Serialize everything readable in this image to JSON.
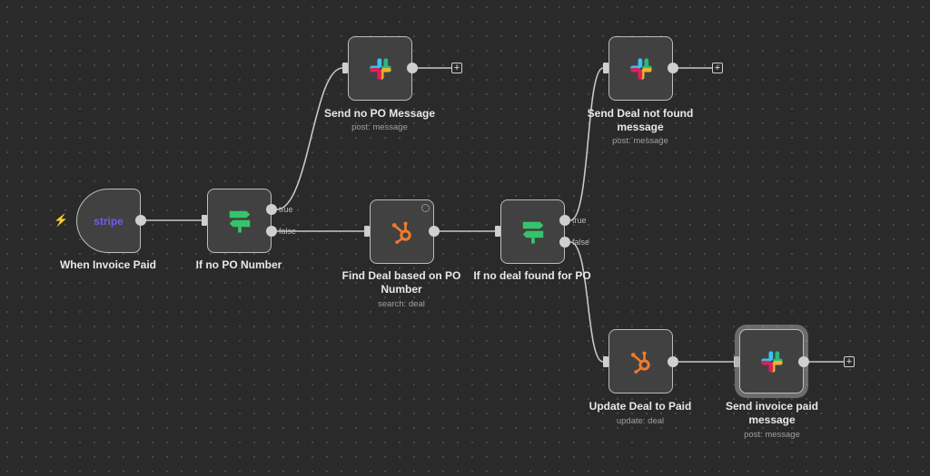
{
  "nodes": {
    "trigger": {
      "label": "When Invoice Paid",
      "icon": "stripe-icon",
      "icon_text": "stripe"
    },
    "if_po": {
      "label": "If no PO Number",
      "true_label": "true",
      "false_label": "false"
    },
    "slack_no_po": {
      "label": "Send no PO Message",
      "subtitle": "post: message"
    },
    "find_deal": {
      "label": "Find Deal based on PO Number",
      "subtitle": "search: deal"
    },
    "if_deal": {
      "label": "If no deal found for PO",
      "true_label": "true",
      "false_label": "false"
    },
    "slack_not_found": {
      "label": "Send Deal not found message",
      "subtitle": "post: message"
    },
    "update_deal": {
      "label": "Update Deal to Paid",
      "subtitle": "update: deal"
    },
    "slack_paid": {
      "label": "Send invoice paid message",
      "subtitle": "post: message"
    }
  },
  "plus_symbol": "+",
  "colors": {
    "canvas": "#2a2a2a",
    "node": "#414141",
    "if": "#35c46a",
    "hubspot": "#f07b2b",
    "stripe": "#6f5bf0"
  }
}
